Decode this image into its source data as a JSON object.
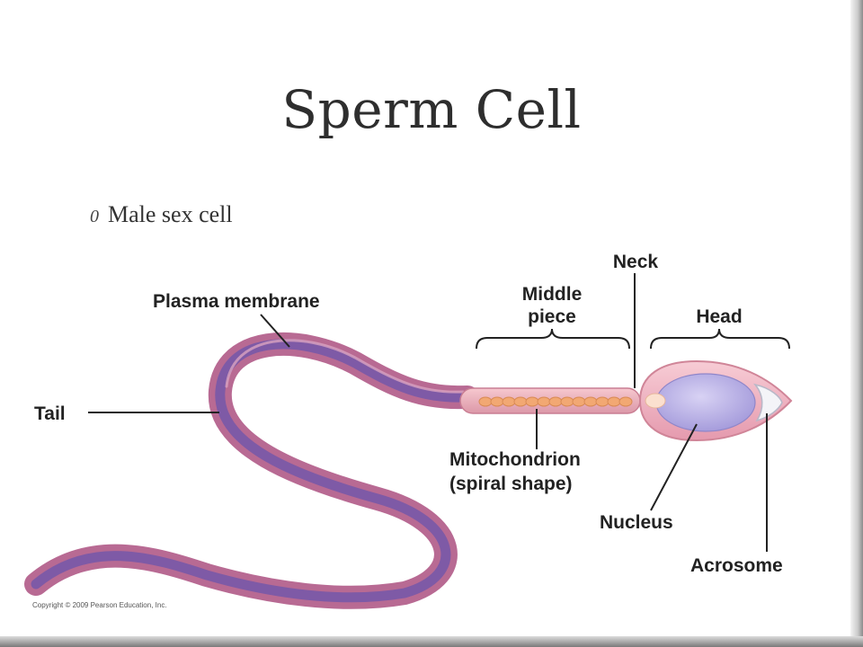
{
  "slide": {
    "title": "Sperm Cell",
    "bullet": {
      "marker": "0",
      "text": "Male sex cell"
    }
  },
  "diagram": {
    "labels": {
      "neck": "Neck",
      "middle_piece_1": "Middle",
      "middle_piece_2": "piece",
      "head": "Head",
      "plasma_membrane": "Plasma membrane",
      "tail": "Tail",
      "mitochondrion_1": "Mitochondrion",
      "mitochondrion_2": "(spiral shape)",
      "nucleus": "Nucleus",
      "acrosome": "Acrosome"
    },
    "copyright": "Copyright © 2009 Pearson Education, Inc.",
    "colors": {
      "tail_outer": "#b86a93",
      "tail_inner": "#7e5aa6",
      "head_fill": "#f0b6c2",
      "nucleus_fill": "#b2a8e2",
      "mitochondria": "#f2a873"
    }
  }
}
